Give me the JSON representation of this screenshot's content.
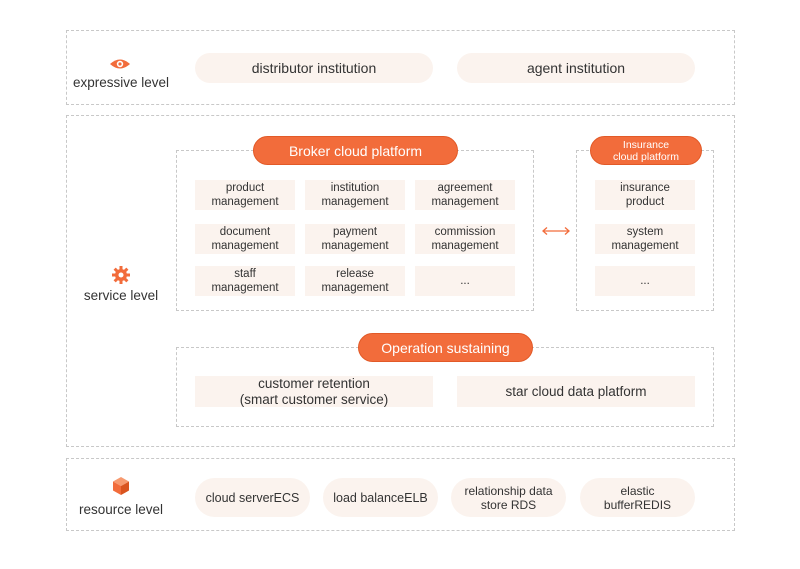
{
  "expressive": {
    "label": "expressive level",
    "icon": "eye-icon",
    "items": [
      "distributor institution",
      "agent institution"
    ]
  },
  "service": {
    "label": "service level",
    "icon": "gear-icon",
    "broker": {
      "title": "Broker cloud platform",
      "cells": [
        "product\nmanagement",
        "institution\nmanagement",
        "agreement\nmanagement",
        "document\nmanagement",
        "payment\nmanagement",
        "commission\nmanagement",
        "staff\nmanagement",
        "release\nmanagement",
        "..."
      ]
    },
    "insurance": {
      "title": "Insurance\ncloud platform",
      "cells": [
        "insurance\nproduct",
        "system\nmanagement",
        "..."
      ]
    },
    "connector_icon": "double-arrow-icon",
    "operation": {
      "title": "Operation sustaining",
      "items": [
        "customer retention\n(smart customer service)",
        "star cloud data platform"
      ]
    }
  },
  "resource": {
    "label": "resource level",
    "icon": "cube-icon",
    "items": [
      "cloud serverECS",
      "load balanceELB",
      "relationship data\nstore RDS",
      "elastic\nbufferREDIS"
    ]
  },
  "colors": {
    "accent": "#f26c3b",
    "cell_bg": "#fbf3ee",
    "border": "#c8c8c8"
  }
}
